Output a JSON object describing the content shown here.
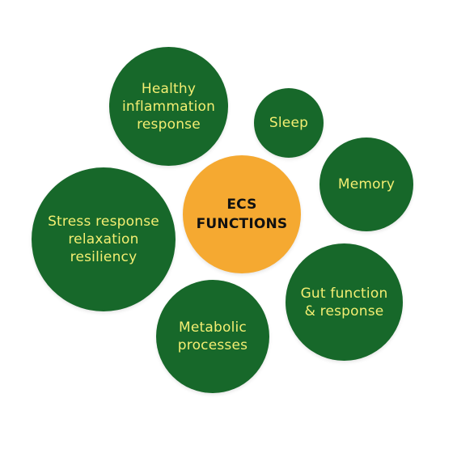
{
  "diagram": {
    "center": {
      "label": "ECS\nFUNCTIONS"
    },
    "nodes": {
      "inflammation": "Healthy\ninflammation\nresponse",
      "sleep": "Sleep",
      "memory": "Memory",
      "stress": "Stress response\nrelaxation\nresiliency",
      "gut": "Gut function\n& response",
      "metabolic": "Metabolic\nprocesses"
    }
  },
  "colors": {
    "node_fill": "#17682a",
    "node_text": "#f3ee72",
    "center_fill": "#f5a931",
    "center_text": "#111111",
    "background": "#ffffff"
  }
}
